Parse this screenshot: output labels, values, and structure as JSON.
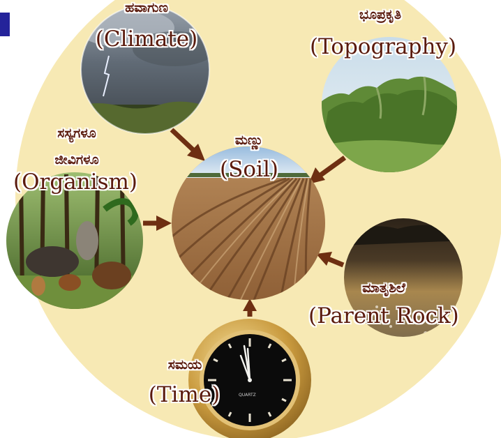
{
  "diagram": {
    "center": {
      "kannada": "ಮಣ್ಣು",
      "english": "(Soil)"
    },
    "factors": [
      {
        "id": "climate",
        "kannada": "ಹವಾಗುಣ",
        "english": "(Climate)"
      },
      {
        "id": "topography",
        "kannada": "ಭೂಪ್ರಕೃತಿ",
        "english": "(Topography)"
      },
      {
        "id": "organism",
        "kannada_line1": "ಸಸ್ಯಗಳೂ",
        "kannada_line2": "ಜೀವಿಗಳೂ",
        "english": "(Organism)"
      },
      {
        "id": "parent-rock",
        "kannada": "ಮಾತೃಶಿಲೆ",
        "english": "(Parent Rock)"
      },
      {
        "id": "time",
        "kannada": "ಸಮಯ",
        "english": "(Time)"
      }
    ],
    "clock_brand": "QUARTZ",
    "colors": {
      "background_disc": "#f7e9b4",
      "arrow": "#6e2f12",
      "label_text": "#5a1a0c",
      "corner_mark": "#24239a"
    }
  }
}
